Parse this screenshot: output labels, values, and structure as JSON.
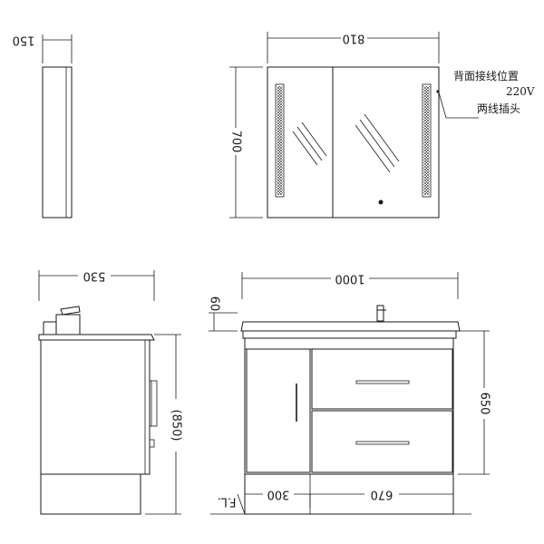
{
  "dimensions": {
    "side_depth_top": "150",
    "mirror_width": "810",
    "mirror_height": "700",
    "side_depth_bottom": "530",
    "vanity_width": "1000",
    "basin_height": "60",
    "total_height_paren": "(850)",
    "cabinet_height": "650",
    "plinth_left": "300",
    "drawer_width": "670",
    "floor_level": "F.L."
  },
  "notes": {
    "line1": "背面接线位置",
    "line2": "220V",
    "line3": "两线插头"
  }
}
